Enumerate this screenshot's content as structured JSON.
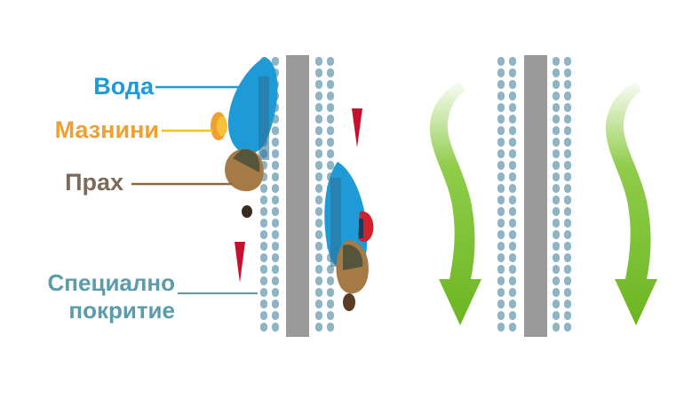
{
  "labels": {
    "water": "Вода",
    "grease": "Мазнини",
    "dust": "Прах",
    "coating_line1": "Специално",
    "coating_line2": "покритие"
  },
  "colors": {
    "water": "#1e9ad6",
    "grease": "#f0a030",
    "dust": "#7d6a59",
    "coating": "#5b9bab",
    "coating_beads": "#8fb5c4",
    "core": "#9a9a9a",
    "arrow": "#7cc32a",
    "marker": "#c8102e"
  },
  "icons": {
    "water_drop": "water-drop-icon",
    "grease_drop": "grease-drop-icon",
    "dust_particle": "dust-particle-icon",
    "arrow": "curved-arrow-down-icon",
    "marker": "red-triangle-marker-icon"
  }
}
